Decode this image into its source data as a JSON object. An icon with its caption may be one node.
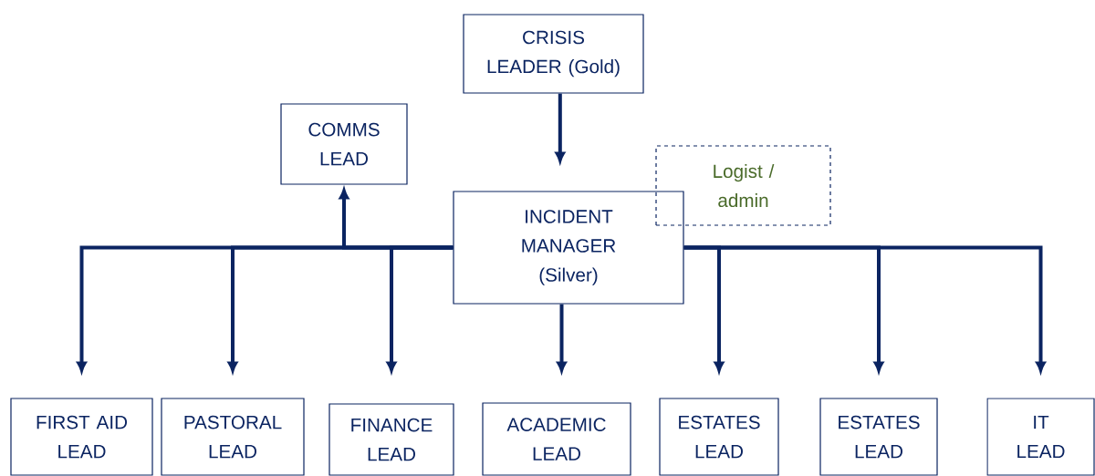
{
  "diagram": {
    "nodes": [
      {
        "text": [
          "CRISIS LEADER (Gold)"
        ]
      },
      {
        "text": [
          "COMMS LEAD"
        ]
      },
      {
        "text": [
          "Logist / admin"
        ]
      },
      {
        "text": [
          "INCIDENT MANAGER (Silver)"
        ]
      },
      {
        "text": [
          "FIRST AID LEAD"
        ]
      },
      {
        "text": [
          "PASTORAL LEAD"
        ]
      },
      {
        "text": [
          "FINANCE LEAD"
        ]
      },
      {
        "text": [
          "ACADEMIC LEAD"
        ]
      },
      {
        "text": [
          "ESTATES LEAD"
        ]
      },
      {
        "text": [
          "ESTATES LEAD"
        ]
      },
      {
        "text": [
          "IT LEAD"
        ]
      }
    ],
    "edges": [
      {
        "from": 0,
        "to": 3,
        "arrow": "to"
      },
      {
        "from": 3,
        "to": 1,
        "arrow": "to"
      },
      {
        "from": 3,
        "to": 4,
        "arrow": "to"
      },
      {
        "from": 3,
        "to": 5,
        "arrow": "to"
      },
      {
        "from": 3,
        "to": 6,
        "arrow": "to"
      },
      {
        "from": 3,
        "to": 7,
        "arrow": "to"
      },
      {
        "from": 3,
        "to": 8,
        "arrow": "to"
      },
      {
        "from": 3,
        "to": 9,
        "arrow": "to"
      },
      {
        "from": 3,
        "to": 10,
        "arrow": "to"
      }
    ]
  }
}
